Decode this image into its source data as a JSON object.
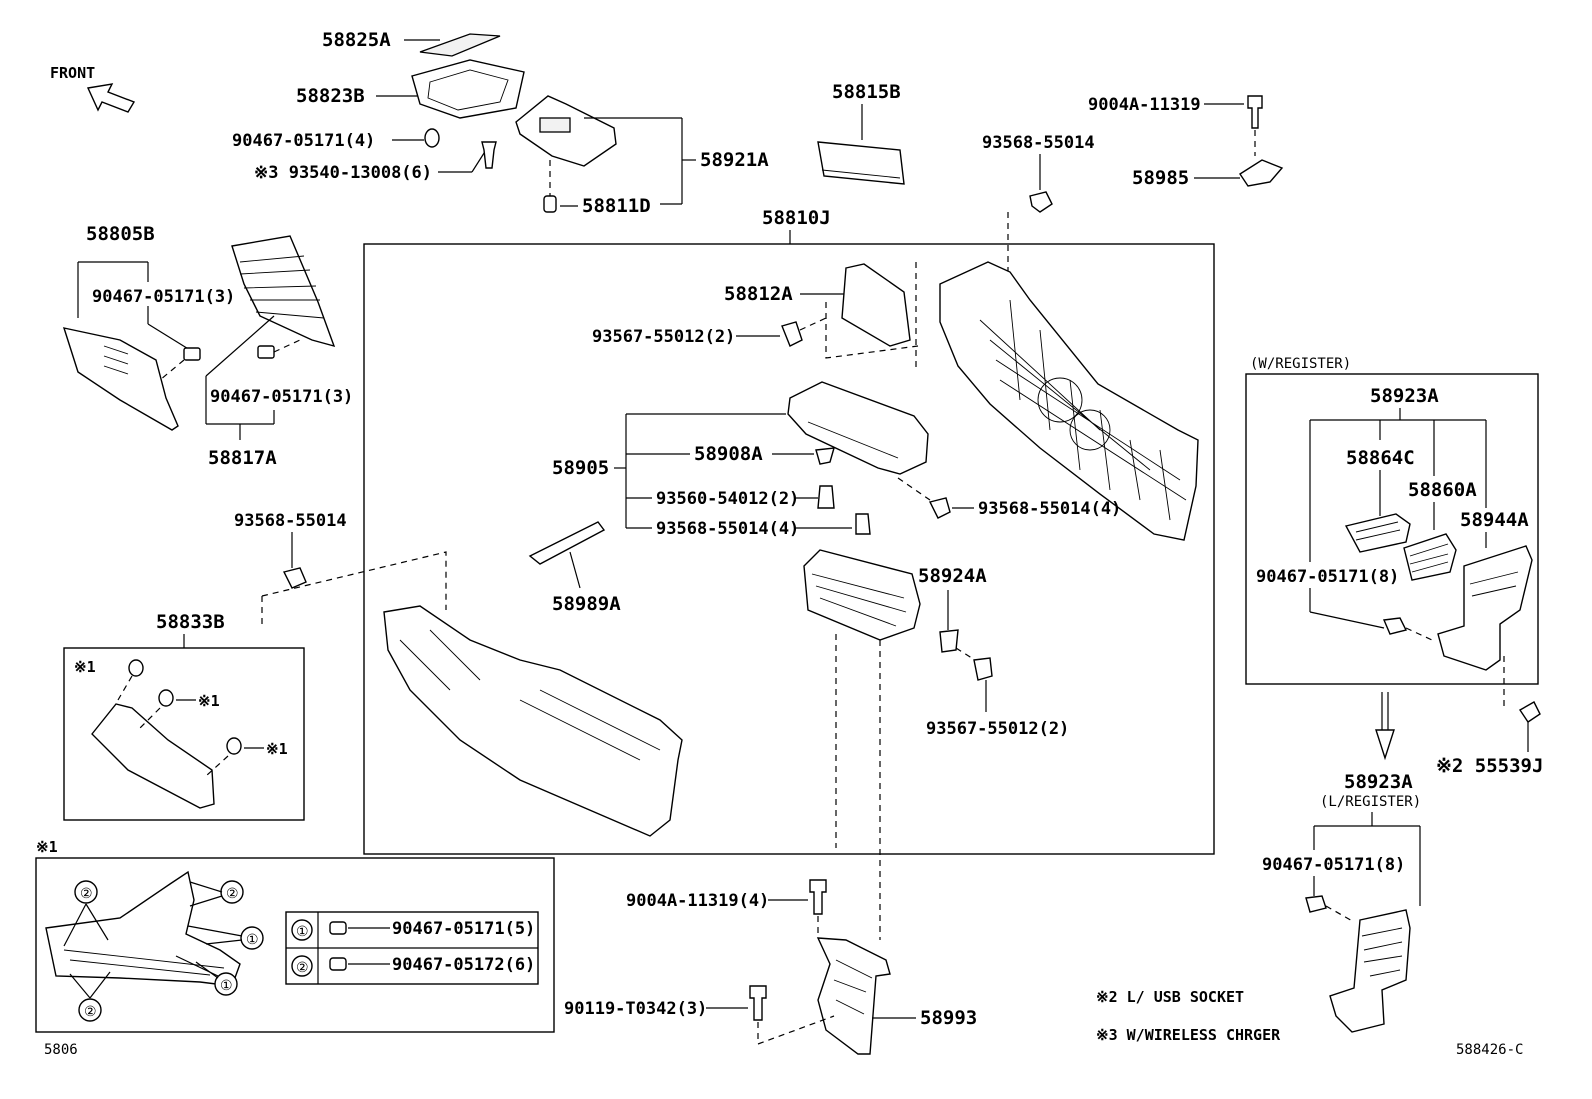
{
  "orientation": {
    "label": "FRONT",
    "icon": "front-arrow-icon"
  },
  "callouts": {
    "p58825A": "58825A",
    "p58823B": "58823B",
    "p90467_05171_4": "90467-05171(4)",
    "p93540_13008_6": "※3  93540-13008(6)",
    "p58921A": "58921A",
    "p58811D": "58811D",
    "p58815B": "58815B",
    "p9004A_11319": "9004A-11319",
    "p58985": "58985",
    "p93568_55014_top": "93568-55014",
    "p58805B": "58805B",
    "p90467_05171_3a": "90467-05171(3)",
    "p90467_05171_3b": "90467-05171(3)",
    "p58817A": "58817A",
    "p58810J": "58810J",
    "p58812A": "58812A",
    "p93567_55012_2a": "93567-55012(2)",
    "p58905": "58905",
    "p58908A": "58908A",
    "p93560_54012_2": "93560-54012(2)",
    "p93568_55014_4a": "93568-55014(4)",
    "p93568_55014_4b": "93568-55014(4)",
    "p58989A": "58989A",
    "p58924A": "58924A",
    "p93567_55012_2b": "93567-55012(2)",
    "p93568_55014_left": "93568-55014",
    "p58833B": "58833B",
    "p9004A_11319_4": "9004A-11319(4)",
    "p90119_T0342_3": "90119-T0342(3)",
    "p58993": "58993",
    "p58923A": "58923A",
    "p58864C": "58864C",
    "p58860A": "58860A",
    "p58944A": "58944A",
    "p90467_05171_8a": "90467-05171(8)",
    "p55539J": "※2 55539J",
    "p58923A_b": "58923A",
    "p90467_05171_8b": "90467-05171(8)"
  },
  "register_box": {
    "title": "(W/REGISTER)"
  },
  "alt_assembly": {
    "subtitle": "(L/REGISTER)"
  },
  "markers": {
    "m1": "※1",
    "m2": "②",
    "m3": "①"
  },
  "inset": {
    "title": "※1",
    "footer": "5806",
    "legend": [
      {
        "num": "①",
        "part": "90467-05171(5)"
      },
      {
        "num": "②",
        "part": "90467-05172(6)"
      }
    ],
    "circle1": "①",
    "circle2": "②"
  },
  "notes": {
    "n2": "※2 L/ USB SOCKET",
    "n3": "※3 W/WIRELESS CHRGER"
  },
  "diagram_id": "588426-C"
}
